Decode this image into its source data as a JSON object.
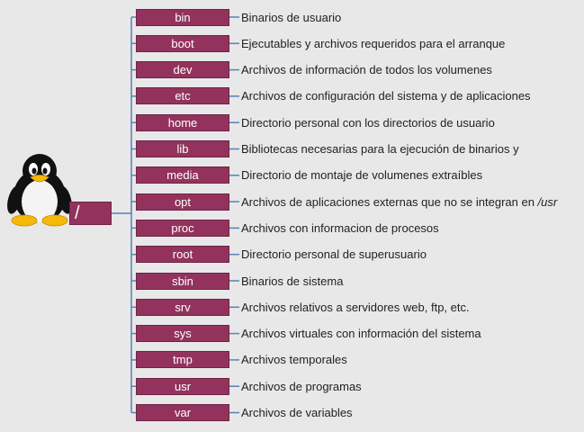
{
  "root": {
    "label": "/"
  },
  "directories": [
    {
      "name": "bin",
      "description": "Binarios de usuario"
    },
    {
      "name": "boot",
      "description": "Ejecutables y archivos requeridos para el arranque"
    },
    {
      "name": "dev",
      "description": "Archivos de información de todos los volumenes"
    },
    {
      "name": "etc",
      "description": "Archivos de configuración del sistema y de aplicaciones"
    },
    {
      "name": "home",
      "description": "Directorio personal con los directorios de usuario"
    },
    {
      "name": "lib",
      "description": "Bibliotecas necesarias para la ejecución de binarios y"
    },
    {
      "name": "media",
      "description": "Directorio de montaje de volumenes extraíbles"
    },
    {
      "name": "opt",
      "description": "Archivos de aplicaciones externas que no se integran en ",
      "description_path": "/usr"
    },
    {
      "name": "proc",
      "description": "Archivos con informacion de procesos"
    },
    {
      "name": "root",
      "description": "Directorio personal de superusuario"
    },
    {
      "name": "sbin",
      "description": "Binarios de sistema"
    },
    {
      "name": "srv",
      "description": "Archivos relativos a servidores web, ftp, etc."
    },
    {
      "name": "sys",
      "description": "Archivos virtuales con información del sistema"
    },
    {
      "name": "tmp",
      "description": "Archivos temporales"
    },
    {
      "name": "usr",
      "description": "Archivos de programas"
    },
    {
      "name": "var",
      "description": "Archivos de variables"
    }
  ],
  "colors": {
    "background": "#e8e8e8",
    "box_fill": "#93335d",
    "connector": "#5b7fb5",
    "text": "#222222"
  },
  "icons": {
    "mascot": "tux-penguin-icon"
  }
}
